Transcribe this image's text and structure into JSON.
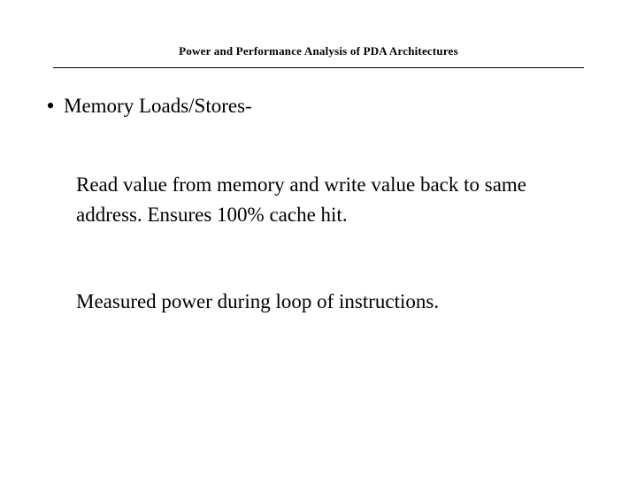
{
  "slide": {
    "header_title": "Power and Performance Analysis of PDA Architectures",
    "bullet_marker": "•",
    "bullet_text": "Memory Loads/Stores-",
    "paragraph_1": "Read value from memory and write value back to same address.  Ensures 100% cache hit.",
    "paragraph_2": "Measured power during loop of instructions."
  }
}
